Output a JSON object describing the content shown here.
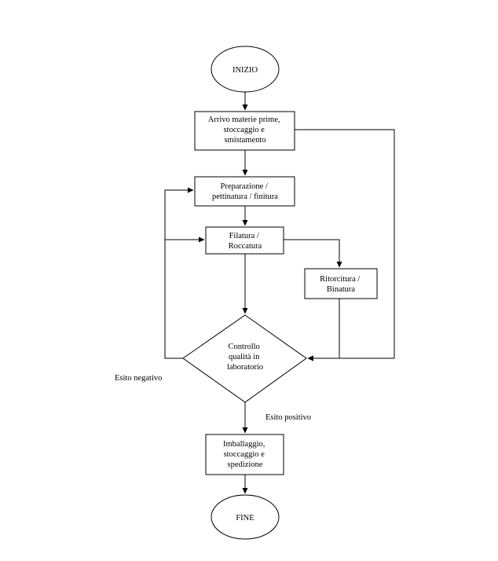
{
  "nodes": {
    "inizio": {
      "lines": [
        "INIZIO"
      ]
    },
    "arrivo": {
      "lines": [
        "Arrivo materie prime,",
        "stoccaggio e",
        "smistamento"
      ]
    },
    "preparazione": {
      "lines": [
        "Preparazione /",
        "pettinatura / finitura"
      ]
    },
    "filatura": {
      "lines": [
        "Filatura /",
        "Roccatura"
      ]
    },
    "ritorcitura": {
      "lines": [
        "Ritorcitura /",
        "Binatura"
      ]
    },
    "controllo": {
      "lines": [
        "Controllo",
        "qualità in",
        "laboratorio"
      ]
    },
    "imballaggio": {
      "lines": [
        "Imballaggio,",
        "stoccaggio e",
        "spedizione"
      ]
    },
    "fine": {
      "lines": [
        "FINE"
      ]
    }
  },
  "edge_labels": {
    "esito_negativo": "Esito negativo",
    "esito_positivo": "Esito positivo"
  },
  "colors": {
    "stroke": "#000000",
    "fill": "#ffffff",
    "background": "#ffffff"
  }
}
